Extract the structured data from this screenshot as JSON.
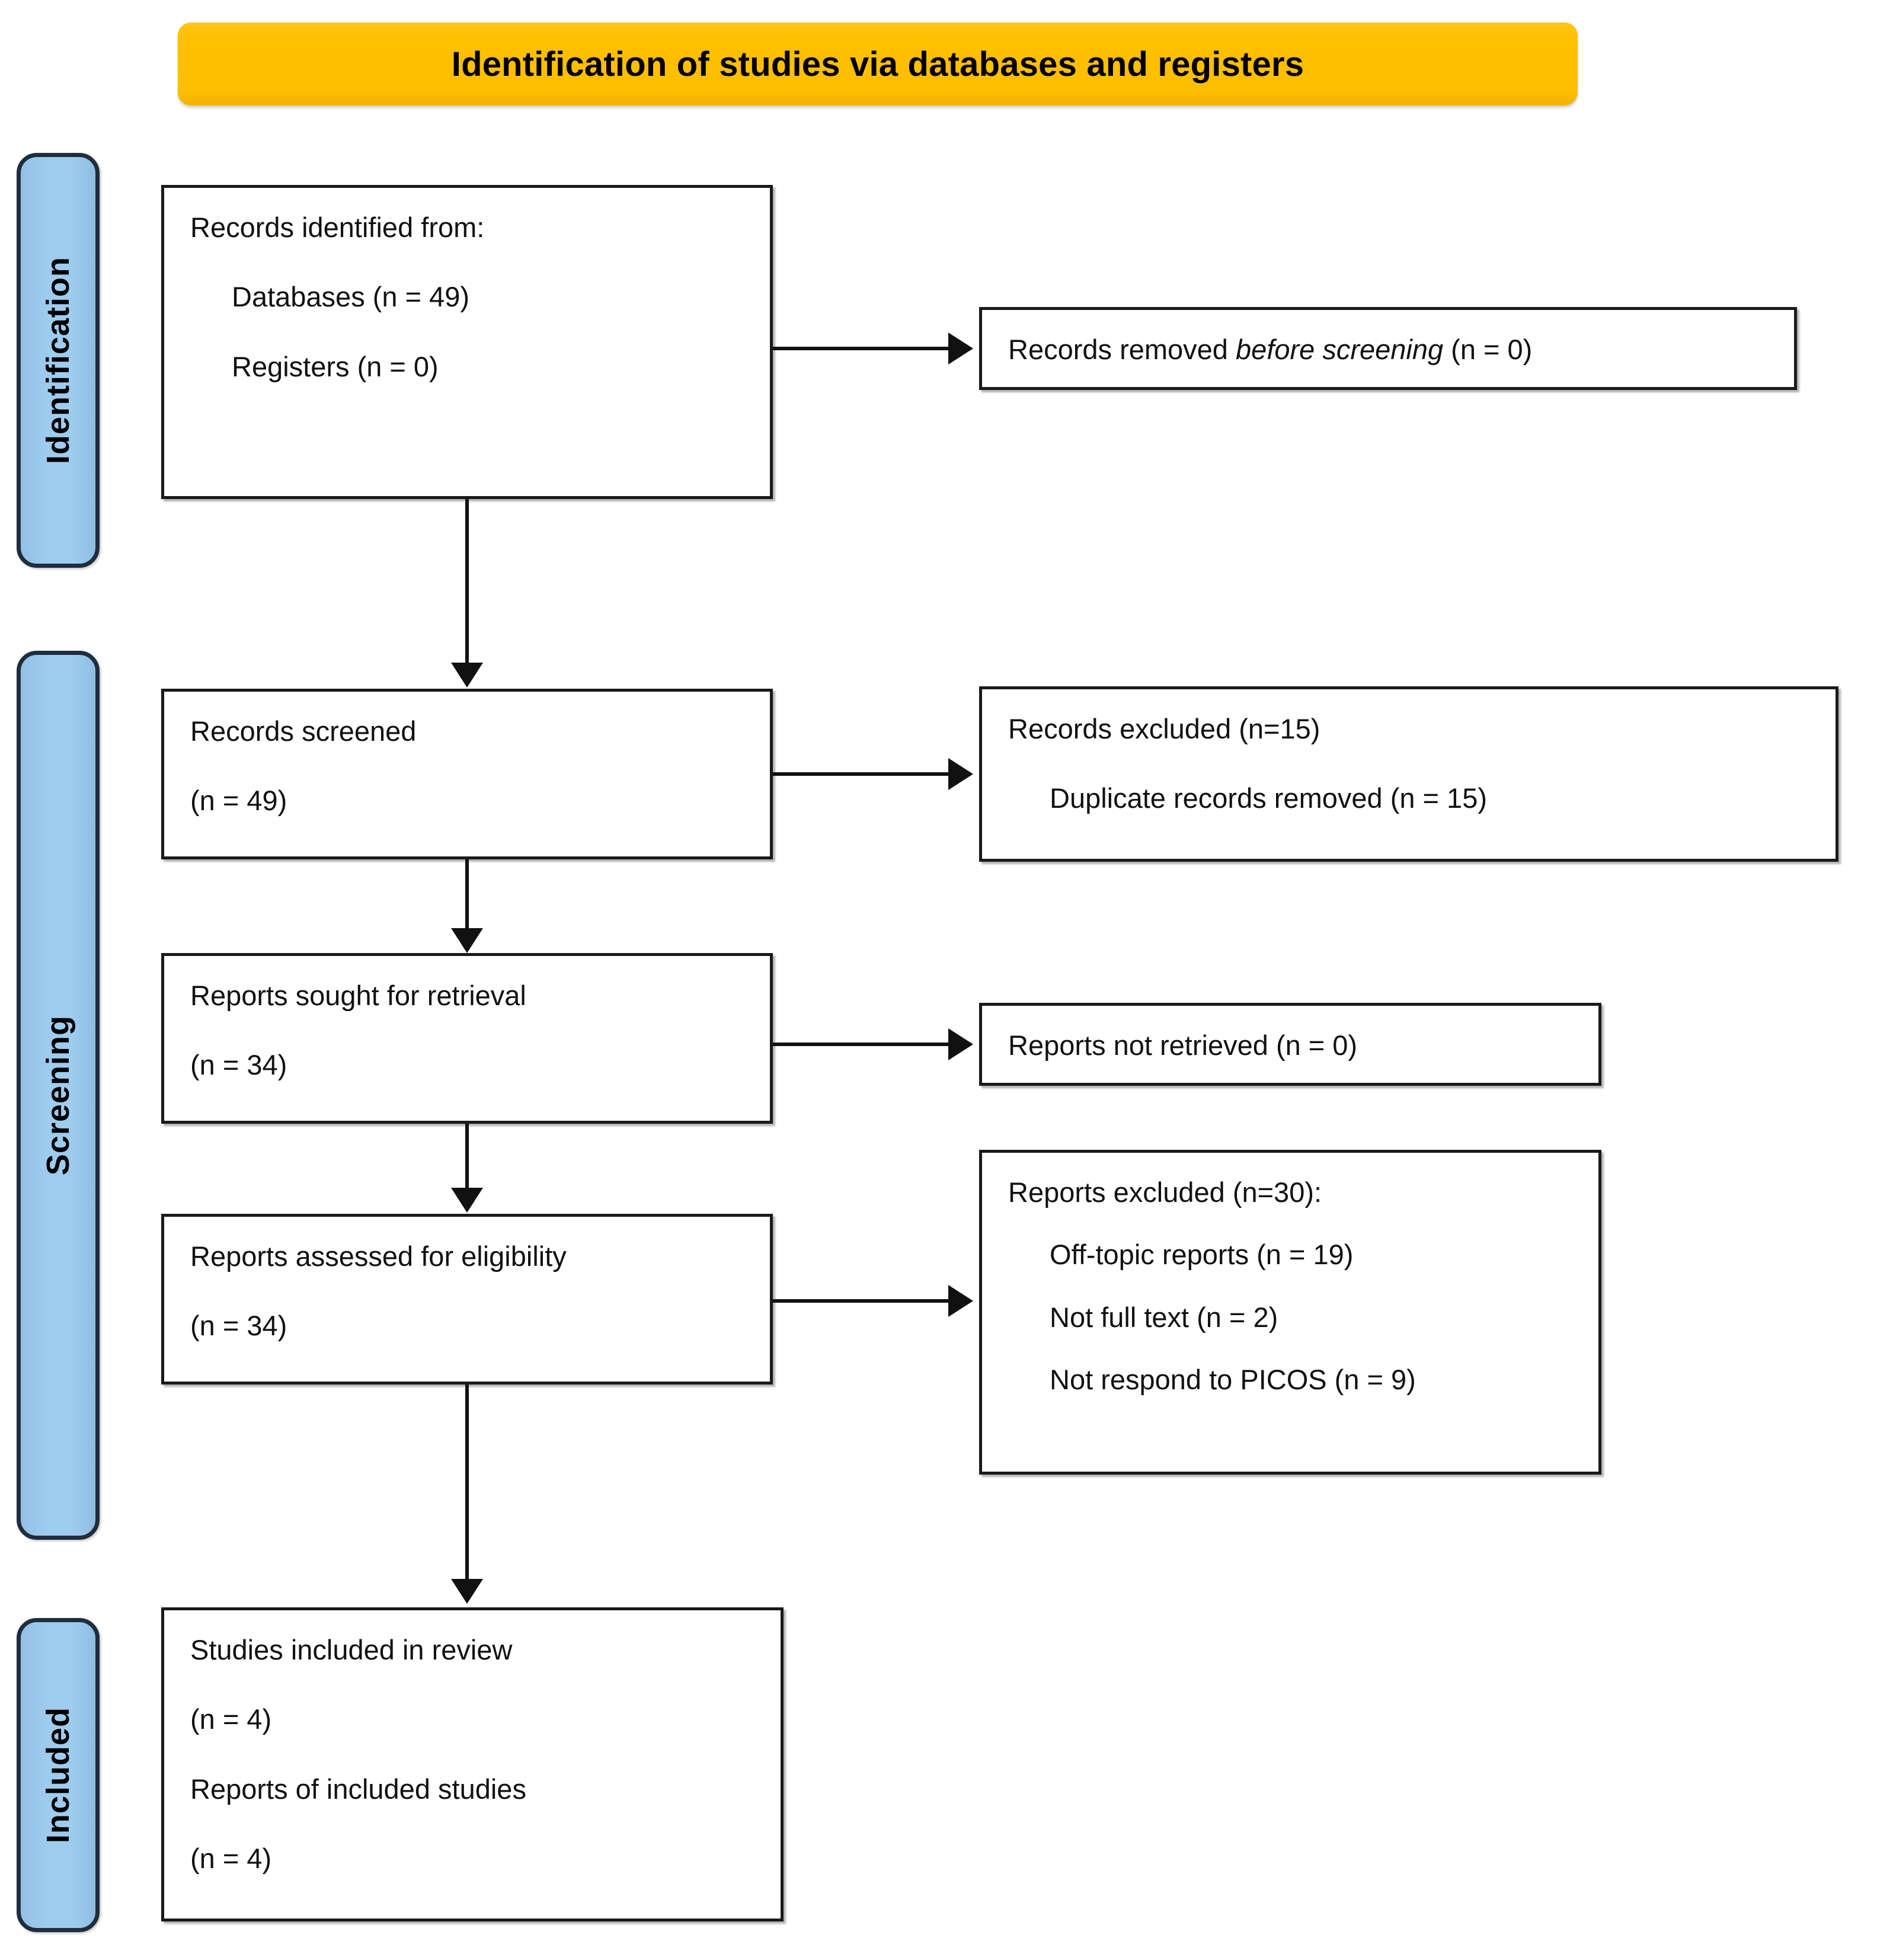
{
  "banner": {
    "title": "Identification of studies via databases and registers",
    "color": "#FFC000"
  },
  "phases": {
    "identification": "Identification",
    "screening": "Screening",
    "included": "Included",
    "color": "#9ECCEF"
  },
  "nodes": {
    "identified": {
      "line1": "Records identified from:",
      "line2": "Databases (n = 49)",
      "line3": "Registers (n = 0)"
    },
    "removed": {
      "prefix": "Records removed ",
      "italic": "before screening",
      "suffix": " (n = 0)"
    },
    "screened": {
      "line1": "Records screened",
      "line2": "(n = 49)"
    },
    "records_excluded": {
      "line1": "Records excluded (n=15)",
      "line2": "Duplicate records removed (n = 15)"
    },
    "sought": {
      "line1": "Reports sought for retrieval",
      "line2": "(n = 34)"
    },
    "not_retrieved": {
      "line1": "Reports not retrieved (n = 0)"
    },
    "assessed": {
      "line1": "Reports assessed for eligibility",
      "line2": "(n = 34)"
    },
    "reports_excluded": {
      "line1": "Reports excluded (n=30):",
      "line2": "Off-topic reports (n = 19)",
      "line3": "Not full text (n = 2)",
      "line4": "Not respond to PICOS (n = 9)"
    },
    "included": {
      "line1": "Studies included in review",
      "line2": "(n = 4)",
      "line3": "Reports of included studies",
      "line4": "(n = 4)"
    }
  },
  "chart_data": {
    "type": "diagram",
    "title": "Identification of studies via databases and registers",
    "phases": [
      "Identification",
      "Screening",
      "Included"
    ],
    "flow": [
      {
        "id": "identified",
        "phase": "Identification",
        "label": "Records identified from",
        "databases": 49,
        "registers": 0,
        "total": 49
      },
      {
        "id": "removed_before_screening",
        "phase": "Identification",
        "label": "Records removed before screening",
        "n": 0
      },
      {
        "id": "screened",
        "phase": "Screening",
        "label": "Records screened",
        "n": 49
      },
      {
        "id": "records_excluded",
        "phase": "Screening",
        "label": "Records excluded",
        "n": 15,
        "reasons": [
          {
            "label": "Duplicate records removed",
            "n": 15
          }
        ]
      },
      {
        "id": "sought",
        "phase": "Screening",
        "label": "Reports sought for retrieval",
        "n": 34
      },
      {
        "id": "not_retrieved",
        "phase": "Screening",
        "label": "Reports not retrieved",
        "n": 0
      },
      {
        "id": "assessed",
        "phase": "Screening",
        "label": "Reports assessed for eligibility",
        "n": 34
      },
      {
        "id": "reports_excluded",
        "phase": "Screening",
        "label": "Reports excluded",
        "n": 30,
        "reasons": [
          {
            "label": "Off-topic reports",
            "n": 19
          },
          {
            "label": "Not full text",
            "n": 2
          },
          {
            "label": "Not respond to PICOS",
            "n": 9
          }
        ]
      },
      {
        "id": "included_studies",
        "phase": "Included",
        "label": "Studies included in review",
        "n": 4
      },
      {
        "id": "included_reports",
        "phase": "Included",
        "label": "Reports of included studies",
        "n": 4
      }
    ]
  }
}
